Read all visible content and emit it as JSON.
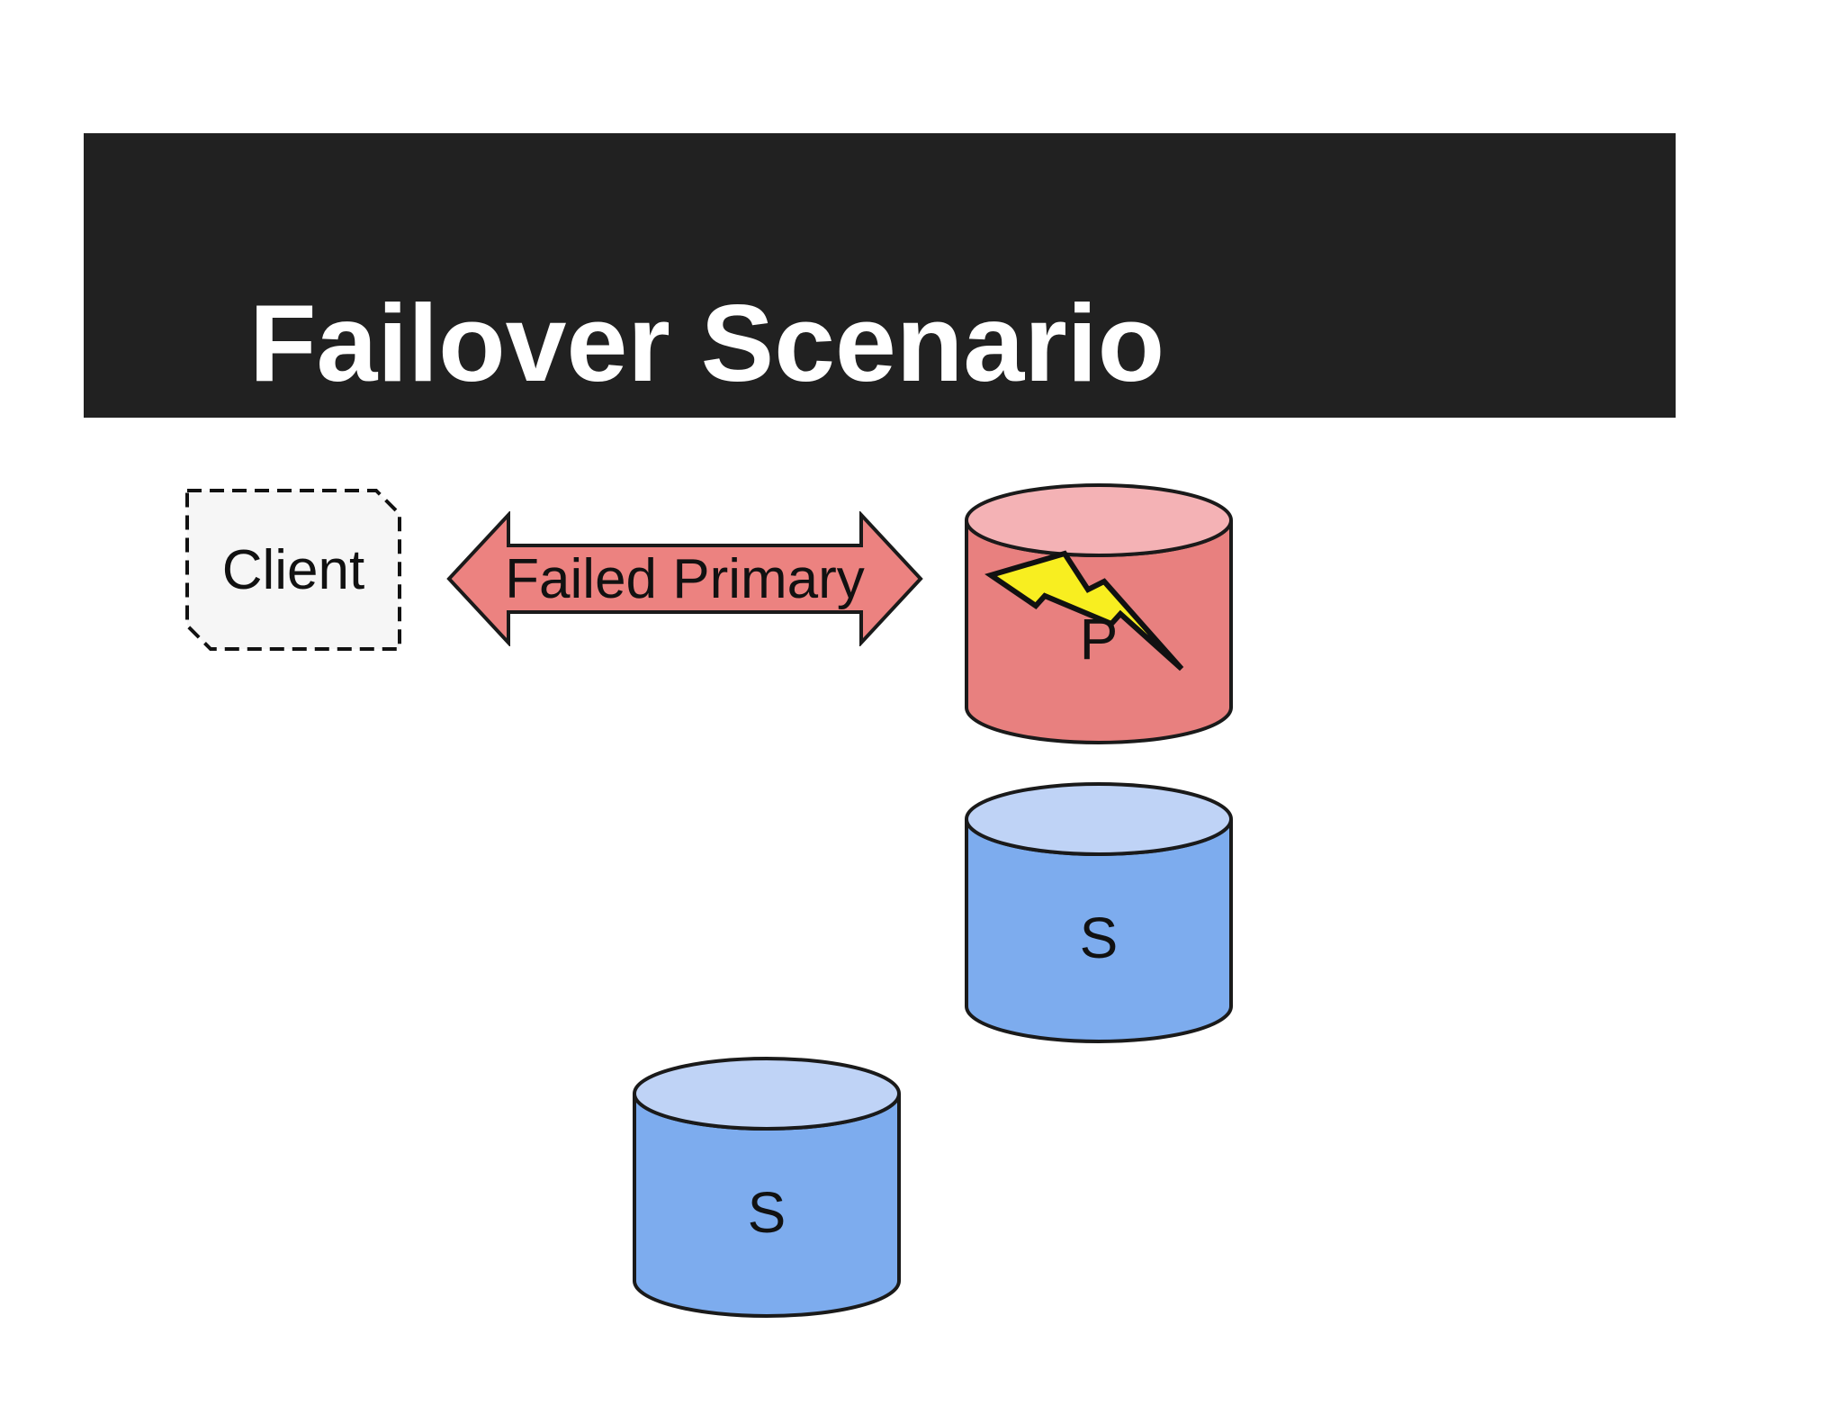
{
  "slide": {
    "title": "Failover Scenario",
    "client": {
      "label": "Client"
    },
    "arrow": {
      "label": "Failed Primary"
    },
    "nodes": {
      "primary": {
        "label": "P"
      },
      "secondary_top": {
        "label": "S"
      },
      "secondary_bottom": {
        "label": "S"
      }
    },
    "colors": {
      "header_bg": "#212121",
      "title_text": "#ffffff",
      "outline": "#1a1a1a",
      "text": "#111111",
      "client_fill": "#f6f6f6",
      "arrow_fill": "#ec8280",
      "primary_body": "#e8807f",
      "primary_top": "#f4b2b5",
      "secondary_body": "#7dacee",
      "secondary_top": "#bfd3f6",
      "bolt_fill": "#f8ee20"
    }
  }
}
